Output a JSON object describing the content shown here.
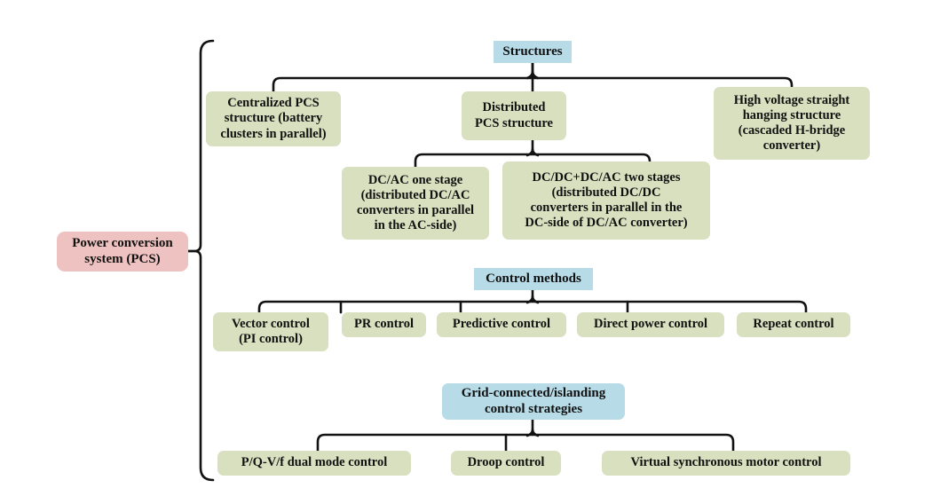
{
  "diagram": {
    "title": "Power conversion system (PCS) taxonomy",
    "colors": {
      "green": "#d9e0bf",
      "blue": "#b7dce8",
      "pink": "#eec2c0",
      "line": "#121212",
      "text": "#111111",
      "background": "#ffffff"
    }
  },
  "root": {
    "label": "Power conversion\nsystem (PCS)",
    "color": "pink"
  },
  "sections": [
    {
      "heading": {
        "label": "Structures",
        "color": "blue"
      },
      "children": [
        {
          "label": "Centralized PCS\nstructure (battery\nclusters in parallel)",
          "color": "green"
        },
        {
          "label": "Distributed\nPCS structure",
          "color": "green",
          "children": [
            {
              "label": "DC/AC one stage\n(distributed DC/AC\nconverters in parallel\nin the AC-side)",
              "color": "green"
            },
            {
              "label": "DC/DC+DC/AC two stages\n(distributed DC/DC\nconverters in parallel in the\nDC-side of DC/AC converter)",
              "color": "green"
            }
          ]
        },
        {
          "label": "High voltage straight\nhanging structure\n(cascaded H-bridge\nconverter)",
          "color": "green"
        }
      ]
    },
    {
      "heading": {
        "label": "Control methods",
        "color": "blue"
      },
      "children": [
        {
          "label": "Vector control\n(PI control)",
          "color": "green"
        },
        {
          "label": "PR control",
          "color": "green"
        },
        {
          "label": "Predictive control",
          "color": "green"
        },
        {
          "label": "Direct power control",
          "color": "green"
        },
        {
          "label": "Repeat control",
          "color": "green"
        }
      ]
    },
    {
      "heading": {
        "label": "Grid-connected/islanding\ncontrol strategies",
        "color": "blue-round"
      },
      "children": [
        {
          "label": "P/Q-V/f dual mode control",
          "color": "green"
        },
        {
          "label": "Droop control",
          "color": "green"
        },
        {
          "label": "Virtual synchronous motor control",
          "color": "green"
        }
      ]
    }
  ]
}
